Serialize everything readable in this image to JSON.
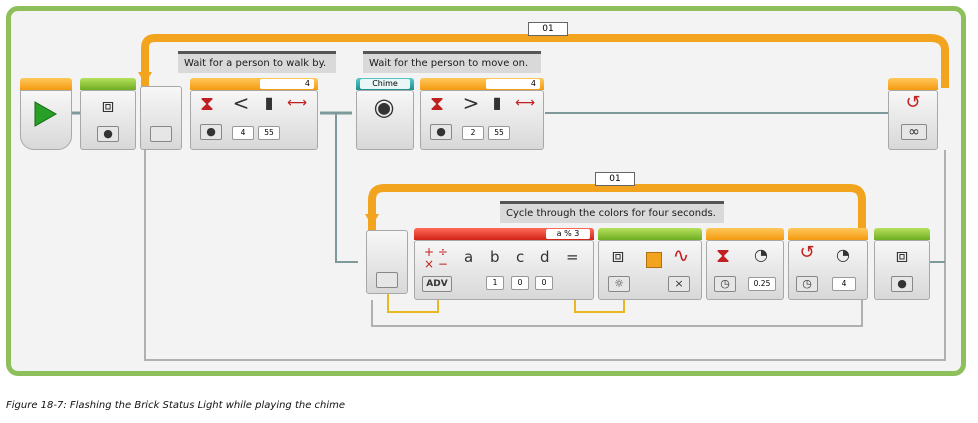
{
  "outer_loop": {
    "name": "01",
    "comment_1": "Wait for a person to walk by.",
    "comment_2": "Wait for the person to move on."
  },
  "wait_1": {
    "value": "4",
    "compare": "<",
    "threshold": "4",
    "distance": "55"
  },
  "sound": {
    "label": "Chime"
  },
  "wait_2": {
    "value": "4",
    "compare": ">",
    "threshold": "2",
    "distance": "55"
  },
  "inner_loop": {
    "name": "01",
    "comment": "Cycle through the colors for four seconds."
  },
  "math": {
    "expression": "a % 3",
    "mode": "ADV",
    "vars": [
      "a",
      "b",
      "c",
      "d"
    ],
    "equals": "=",
    "values": [
      "1",
      "0",
      "0"
    ]
  },
  "wait_time": {
    "value": "0.25"
  },
  "loop_time": {
    "value": "4"
  },
  "outer_loop_end": {
    "symbol": "∞"
  },
  "caption": "Figure 18-7: Flashing the Brick Status Light while playing the chime"
}
